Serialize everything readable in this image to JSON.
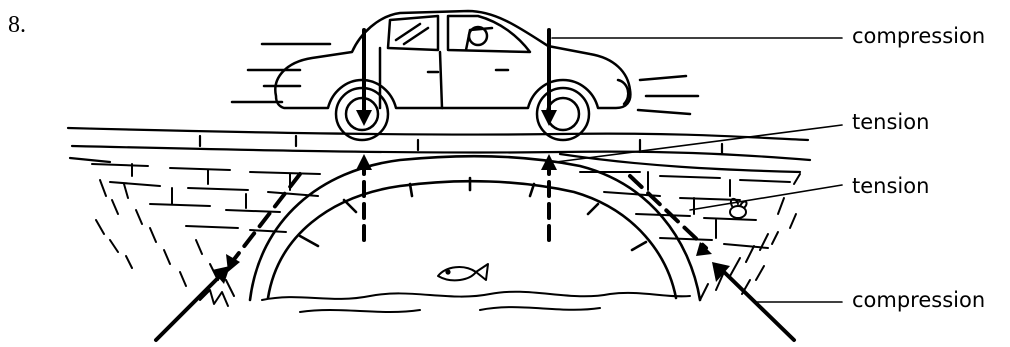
{
  "question_number": "8.",
  "labels": {
    "compression_top": "compression",
    "tension_1": "tension",
    "tension_2": "tension",
    "compression_bottom": "compression"
  },
  "icons": [
    "car-icon",
    "fish-icon",
    "bee-icon"
  ]
}
